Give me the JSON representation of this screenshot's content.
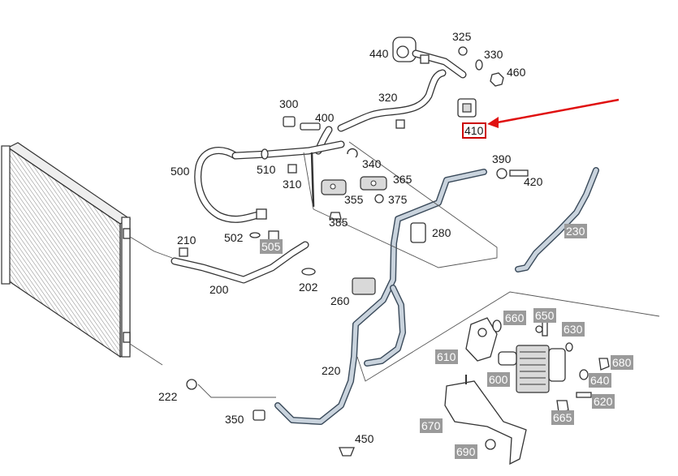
{
  "labels": [
    {
      "id": "440",
      "text": "440",
      "style": "plain"
    },
    {
      "id": "325",
      "text": "325",
      "style": "plain"
    },
    {
      "id": "330",
      "text": "330",
      "style": "plain"
    },
    {
      "id": "460",
      "text": "460",
      "style": "plain"
    },
    {
      "id": "320",
      "text": "320",
      "style": "plain"
    },
    {
      "id": "300",
      "text": "300",
      "style": "plain"
    },
    {
      "id": "400",
      "text": "400",
      "style": "plain"
    },
    {
      "id": "410",
      "text": "410",
      "style": "highlight"
    },
    {
      "id": "500",
      "text": "500",
      "style": "plain"
    },
    {
      "id": "510",
      "text": "510",
      "style": "plain"
    },
    {
      "id": "340",
      "text": "340",
      "style": "plain"
    },
    {
      "id": "390",
      "text": "390",
      "style": "plain"
    },
    {
      "id": "420",
      "text": "420",
      "style": "plain"
    },
    {
      "id": "310",
      "text": "310",
      "style": "plain"
    },
    {
      "id": "365",
      "text": "365",
      "style": "plain"
    },
    {
      "id": "355",
      "text": "355",
      "style": "plain"
    },
    {
      "id": "375",
      "text": "375",
      "style": "plain"
    },
    {
      "id": "385",
      "text": "385",
      "style": "plain"
    },
    {
      "id": "280",
      "text": "280",
      "style": "plain"
    },
    {
      "id": "230",
      "text": "230",
      "style": "gray"
    },
    {
      "id": "502",
      "text": "502",
      "style": "plain"
    },
    {
      "id": "505",
      "text": "505",
      "style": "gray"
    },
    {
      "id": "210",
      "text": "210",
      "style": "plain"
    },
    {
      "id": "200",
      "text": "200",
      "style": "plain"
    },
    {
      "id": "202",
      "text": "202",
      "style": "plain"
    },
    {
      "id": "260",
      "text": "260",
      "style": "plain"
    },
    {
      "id": "660",
      "text": "660",
      "style": "gray"
    },
    {
      "id": "650",
      "text": "650",
      "style": "gray"
    },
    {
      "id": "630",
      "text": "630",
      "style": "gray"
    },
    {
      "id": "610",
      "text": "610",
      "style": "gray"
    },
    {
      "id": "680",
      "text": "680",
      "style": "gray"
    },
    {
      "id": "600",
      "text": "600",
      "style": "gray"
    },
    {
      "id": "640",
      "text": "640",
      "style": "gray"
    },
    {
      "id": "220",
      "text": "220",
      "style": "plain"
    },
    {
      "id": "620",
      "text": "620",
      "style": "gray"
    },
    {
      "id": "222",
      "text": "222",
      "style": "plain"
    },
    {
      "id": "665",
      "text": "665",
      "style": "gray"
    },
    {
      "id": "670",
      "text": "670",
      "style": "gray"
    },
    {
      "id": "350",
      "text": "350",
      "style": "plain"
    },
    {
      "id": "450",
      "text": "450",
      "style": "plain"
    },
    {
      "id": "690",
      "text": "690",
      "style": "gray"
    }
  ],
  "colors": {
    "highlight_border": "#cc0000",
    "arrow": "#e01010",
    "gray_label_bg": "#9a9a9a",
    "hose_stroke": "#333333",
    "low_pressure_line": "#3a4a5a"
  }
}
